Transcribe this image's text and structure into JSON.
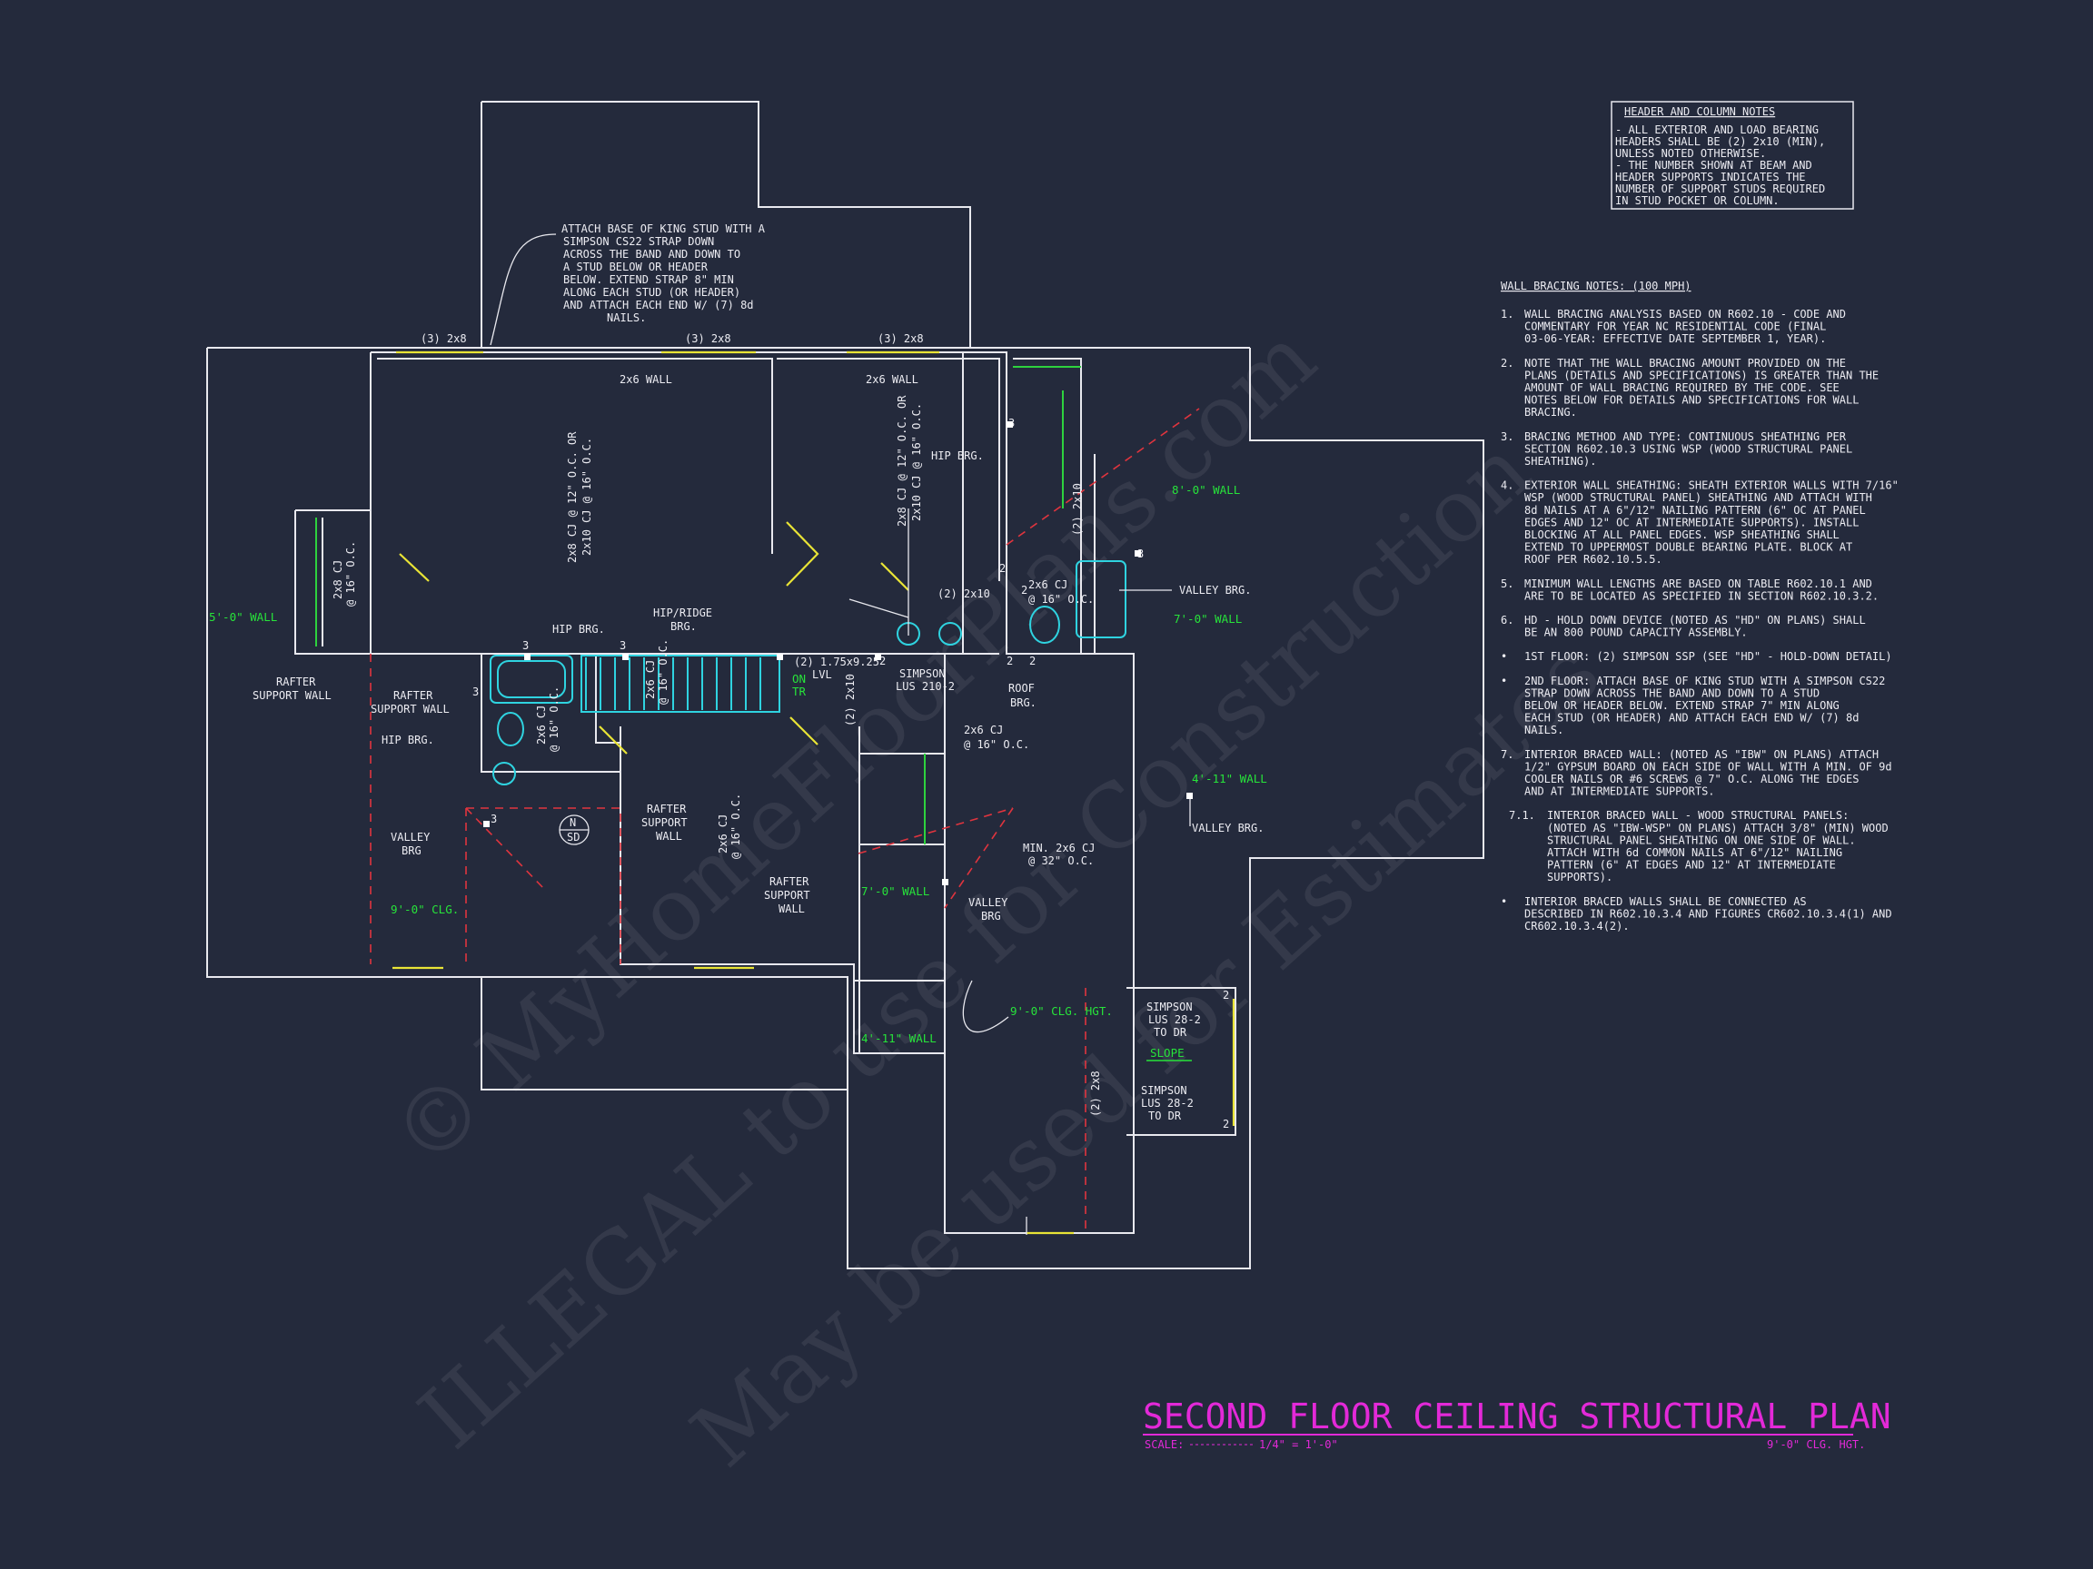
{
  "watermark": {
    "line1": "© MyHomeFloorPlans.com",
    "line2": "ILLEGAL to use for Construction",
    "line3": "May be used for Estimates"
  },
  "header_notes": {
    "title": "HEADER AND COLUMN NOTES",
    "lines": [
      "- ALL EXTERIOR AND LOAD BEARING",
      "HEADERS SHALL BE (2) 2x10 (MIN),",
      "UNLESS NOTED OTHERWISE.",
      "- THE NUMBER SHOWN AT BEAM AND",
      "HEADER SUPPORTS INDICATES THE",
      "NUMBER OF SUPPORT STUDS REQUIRED",
      "IN STUD POCKET OR COLUMN."
    ]
  },
  "bracing_notes": {
    "title": "WALL BRACING NOTES: (100 MPH)",
    "items": [
      {
        "num": "1.",
        "lines": [
          "WALL BRACING ANALYSIS BASED ON R602.10 - CODE AND",
          "COMMENTARY FOR YEAR NC RESIDENTIAL CODE (FINAL",
          "03-06-YEAR: EFFECTIVE DATE SEPTEMBER 1, YEAR)."
        ]
      },
      {
        "num": "2.",
        "lines": [
          "NOTE THAT THE WALL BRACING AMOUNT PROVIDED ON THE",
          "PLANS (DETAILS AND SPECIFICATIONS) IS GREATER THAN THE",
          "AMOUNT OF WALL BRACING REQUIRED BY THE CODE. SEE",
          "NOTES BELOW FOR DETAILS AND SPECIFICATIONS FOR WALL",
          "BRACING."
        ]
      },
      {
        "num": "3.",
        "lines": [
          "BRACING METHOD AND TYPE: CONTINUOUS SHEATHING PER",
          "SECTION R602.10.3 USING WSP (WOOD STRUCTURAL PANEL",
          "SHEATHING)."
        ]
      },
      {
        "num": "4.",
        "lines": [
          "EXTERIOR WALL SHEATHING: SHEATH EXTERIOR WALLS WITH 7/16\"",
          "WSP (WOOD STRUCTURAL PANEL) SHEATHING AND ATTACH WITH",
          "8d NAILS AT A 6\"/12\" NAILING PATTERN (6\" OC AT PANEL",
          "EDGES AND 12\" OC AT INTERMEDIATE SUPPORTS). INSTALL",
          "BLOCKING AT ALL PANEL EDGES. WSP SHEATHING SHALL",
          "EXTEND TO UPPERMOST DOUBLE BEARING PLATE. BLOCK AT",
          "ROOF PER R602.10.5.5."
        ]
      },
      {
        "num": "5.",
        "lines": [
          "MINIMUM WALL LENGTHS ARE BASED ON TABLE R602.10.1 AND",
          "ARE TO BE LOCATED AS SPECIFIED IN SECTION R602.10.3.2."
        ]
      },
      {
        "num": "6.",
        "lines": [
          "HD - HOLD DOWN DEVICE (NOTED AS \"HD\" ON PLANS) SHALL",
          "BE AN 800 POUND CAPACITY ASSEMBLY."
        ]
      },
      {
        "num": "•",
        "lines": [
          "1ST FLOOR: (2) SIMPSON SSP (SEE \"HD\" - HOLD-DOWN DETAIL)"
        ]
      },
      {
        "num": "•",
        "lines": [
          "2ND FLOOR: ATTACH BASE OF KING STUD WITH A SIMPSON CS22",
          "STRAP DOWN ACROSS THE BAND AND DOWN TO A STUD",
          "BELOW OR HEADER BELOW. EXTEND STRAP 7\" MIN ALONG",
          "EACH STUD (OR HEADER) AND ATTACH EACH END W/ (7) 8d",
          "NAILS."
        ]
      },
      {
        "num": "7.",
        "lines": [
          "INTERIOR BRACED WALL: (NOTED AS \"IBW\" ON PLANS) ATTACH",
          "1/2\" GYPSUM BOARD ON EACH SIDE OF WALL WITH A MIN. OF 9d",
          "COOLER NAILS OR #6 SCREWS @ 7\" O.C. ALONG THE EDGES",
          "AND AT INTERMEDIATE SUPPORTS."
        ]
      },
      {
        "num": "7.1.",
        "lines": [
          "INTERIOR BRACED WALL - WOOD STRUCTURAL PANELS:",
          "(NOTED AS \"IBW-WSP\" ON PLANS) ATTACH 3/8\" (MIN) WOOD",
          "STRUCTURAL PANEL SHEATHING ON ONE SIDE OF WALL.",
          "ATTACH WITH 6d COMMON NAILS AT 6\"/12\" NAILING",
          "PATTERN (6\" AT EDGES AND 12\" AT INTERMEDIATE",
          "SUPPORTS)."
        ]
      },
      {
        "num": "•",
        "lines": [
          "INTERIOR BRACED WALLS SHALL BE CONNECTED AS",
          "DESCRIBED IN R602.10.3.4 AND FIGURES CR602.10.3.4(1) AND",
          "CR602.10.3.4(2)."
        ]
      }
    ]
  },
  "title_block": {
    "title": "SECOND FLOOR CEILING STRUCTURAL PLAN",
    "scale_label": "SCALE:",
    "scale_value": "1/4\" = 1'-0\"",
    "ceiling_height": "9'-0\" CLG. HGT."
  },
  "plan_labels": {
    "king_stud_note": [
      "ATTACH BASE OF KING STUD WITH A",
      "SIMPSON CS22 STRAP DOWN",
      "ACROSS THE BAND AND DOWN TO",
      "A STUD BELOW OR HEADER",
      "BELOW. EXTEND STRAP 8\" MIN",
      "ALONG EACH STUD (OR HEADER)",
      "AND ATTACH EACH END W/ (7) 8d",
      "NAILS."
    ],
    "header_1": "(3) 2x8",
    "header_2": "(3) 2x8",
    "header_3": "(3) 2x8",
    "wall_2x6_a": "2x6 WALL",
    "wall_2x6_b": "2x6 WALL",
    "cj_main_1": "2x8 CJ @ 12\" O.C. OR",
    "cj_main_2": "2x10 CJ @ 16\" O.C.",
    "cj_right_1": "2x8 CJ @ 12\" O.C. OR",
    "cj_right_2": "2x10 CJ @ 16\" O.C.",
    "hip_brg_1": "HIP BRG.",
    "hip_brg_2": "HIP BRG.",
    "hip_brg_3": "HIP BRG.",
    "hip_ridge_1": "HIP/RIDGE",
    "hip_ridge_2": "BRG.",
    "cj_small_1": "2x8 CJ",
    "cj_small_2": "@ 16\" O.C.",
    "cj_closet_1": "2x6 CJ",
    "cj_closet_2": "@ 16\" O.C.",
    "cj_hall_1": "2x6 CJ",
    "cj_hall_2": "@ 16\" O.C.",
    "cj_bath_1": "2x6 CJ",
    "cj_bath_2": "@ 16\" O.C.",
    "cj_stair_1": "2x6 CJ",
    "cj_stair_2": "@ 16\" O.C.",
    "cj_lower_1": "2x6 CJ",
    "cj_lower_2": "@ 16\" O.C.",
    "min_cj_1": "MIN. 2x6 CJ",
    "min_cj_2": "@ 32\" O.C.",
    "rafter_left_1": "RAFTER",
    "rafter_left_2": "SUPPORT WALL",
    "rafter_mid_1": "RAFTER",
    "rafter_mid_2": "SUPPORT WALL",
    "rafter_low_1": "RAFTER",
    "rafter_low_2": "SUPPORT",
    "rafter_low_3": "WALL",
    "rafter_sm_1": "RAFTER",
    "rafter_sm_2": "SUPPORT",
    "rafter_sm_3": "WALL",
    "valley_brg_1": "VALLEY BRG.",
    "valley_brg_2": "VALLEY BRG.",
    "valley_left_1": "VALLEY",
    "valley_left_2": "BRG",
    "valley_mid_1": "VALLEY",
    "valley_mid_2": "BRG",
    "roof_brg_1": "ROOF",
    "roof_brg_2": "BRG.",
    "beam_2x10": "(2) 2x10",
    "beam_2x10_v": "(2) 2x10",
    "beam_2x10_v2": "(2) 2x10",
    "beam_2x8_v": "(2) 2x8",
    "lvl_1": "(2) 1.75x9.25",
    "lvl_2": "LVL",
    "simpson_lus_1": "SIMPSON",
    "simpson_lus_2": "LUS 210-2",
    "simpson_a_1": "SIMPSON",
    "simpson_a_2": "LUS 28-2",
    "simpson_a_3": "TO DR",
    "simpson_b_1": "SIMPSON",
    "simpson_b_2": "LUS 28-2",
    "simpson_b_3": "TO DR",
    "slope": "SLOPE",
    "north_1": "N",
    "north_2": "SD",
    "g_wall_5": "5'-0\" WALL",
    "g_wall_8": "8'-0\" WALL",
    "g_wall_7a": "7'-0\" WALL",
    "g_wall_4a": "4'-11\" WALL",
    "g_wall_7b": "7'-0\" WALL",
    "g_wall_4b": "4'-11\" WALL",
    "g_clg_9": "9'-0\" CLG.",
    "g_clg_9hgt": "9'-0\" CLG. HGT.",
    "g_on_1": "ON",
    "g_on_2": "TR",
    "num_3a": "3",
    "num_3b": "3",
    "num_3c": "3",
    "num_3d": "3",
    "num_3e": "3",
    "num_3f": "3",
    "num_2a": "2",
    "num_2b": "2",
    "num_2c": "2",
    "num_2d": "2",
    "num_2e": "2",
    "num_2f": "2",
    "num_2g": "2"
  },
  "colors": {
    "background": "#242a3c",
    "walls": "#e8e8ee",
    "ridge_lines": "#e0343e",
    "fixtures": "#2fd3e0",
    "headers": "#e9e436",
    "wall_heights": "#27e33a",
    "title": "#e329d8"
  }
}
